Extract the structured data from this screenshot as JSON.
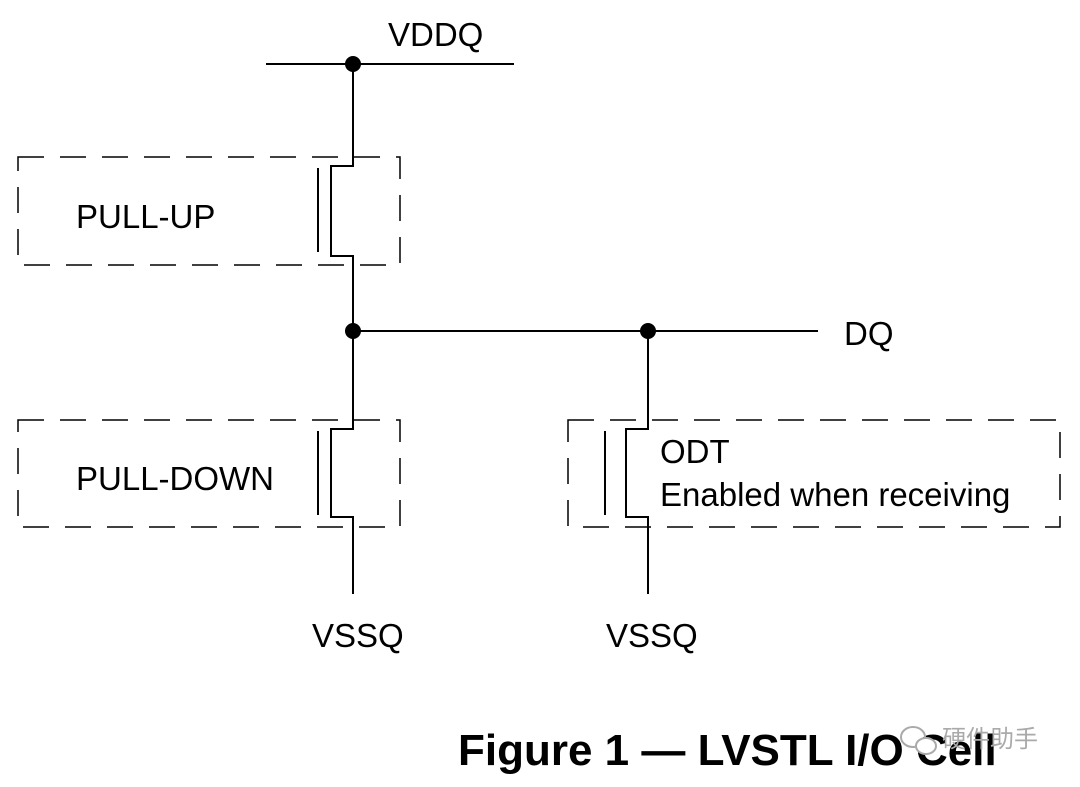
{
  "labels": {
    "vddq": "VDDQ",
    "dq": "DQ",
    "pull_up": "PULL-UP",
    "pull_down": "PULL-DOWN",
    "odt": "ODT",
    "odt_note": "Enabled when receiving",
    "vssq_left": "VSSQ",
    "vssq_right": "VSSQ"
  },
  "caption": "Figure 1 — LVSTL I/O Cell",
  "watermark": {
    "text": "硬件助手",
    "icon": "wechat-icon"
  }
}
